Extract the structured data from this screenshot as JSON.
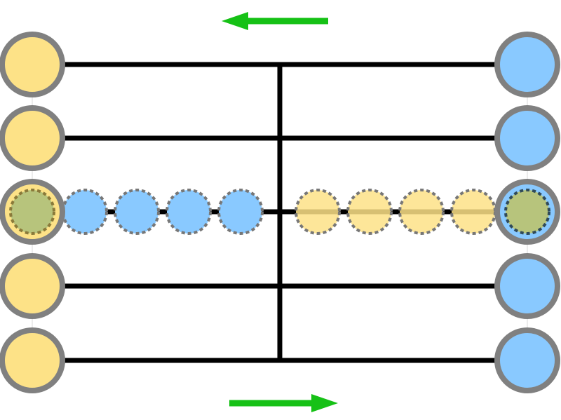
{
  "colors": {
    "background": "#ffffff",
    "left_fill": "#fde287",
    "right_fill": "#89c9ff",
    "mixed_fill": "#b7c47c",
    "ring": "#808080",
    "wire": "#000000",
    "arrow": "#16c116",
    "dot_outline": "#777777"
  },
  "diagram": {
    "rows": 5,
    "highlighted_row": 2,
    "left_column": {
      "fill": "yellow",
      "count": 5
    },
    "right_column": {
      "fill": "blue",
      "count": 5
    },
    "moving_left_to_right": {
      "fill": "yellow",
      "count": 4,
      "outline": "dotted"
    },
    "moving_right_to_left": {
      "fill": "blue",
      "count": 4,
      "outline": "dotted"
    },
    "arrows": [
      {
        "name": "top-arrow",
        "direction": "left"
      },
      {
        "name": "bottom-arrow",
        "direction": "right"
      }
    ]
  }
}
